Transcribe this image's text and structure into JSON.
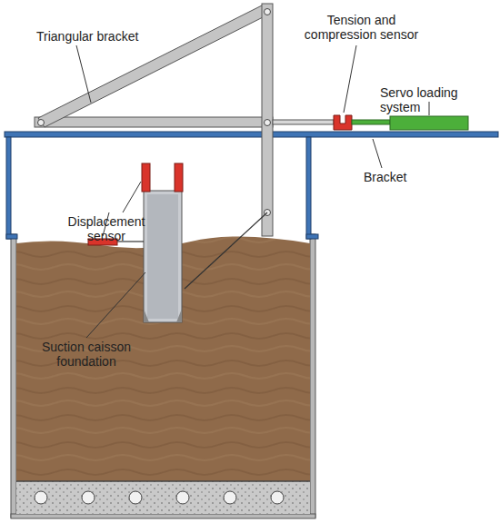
{
  "diagram": {
    "labels": [
      "Triangular bracket",
      "Tension and compression sensor",
      "Servo loading system",
      "Bracket",
      "Displacement sensor",
      "Suction caisson foundation"
    ]
  }
}
